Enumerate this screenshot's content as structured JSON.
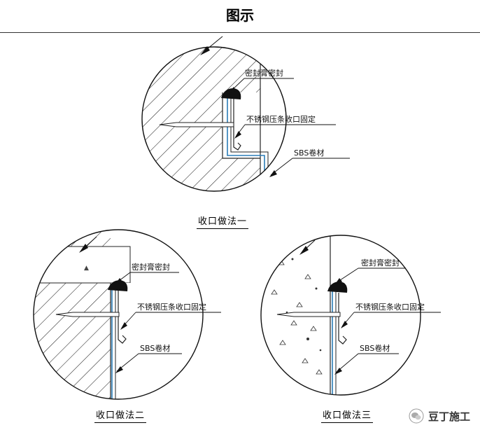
{
  "title": "图示",
  "labels": {
    "sealant": "密封膏密封",
    "strip": "不锈钢压条收口固定",
    "membrane": "SBS卷材"
  },
  "captions": {
    "method1": "收口做法一",
    "method2": "收口做法二",
    "method3": "收口做法三"
  },
  "brand": "豆丁施工"
}
